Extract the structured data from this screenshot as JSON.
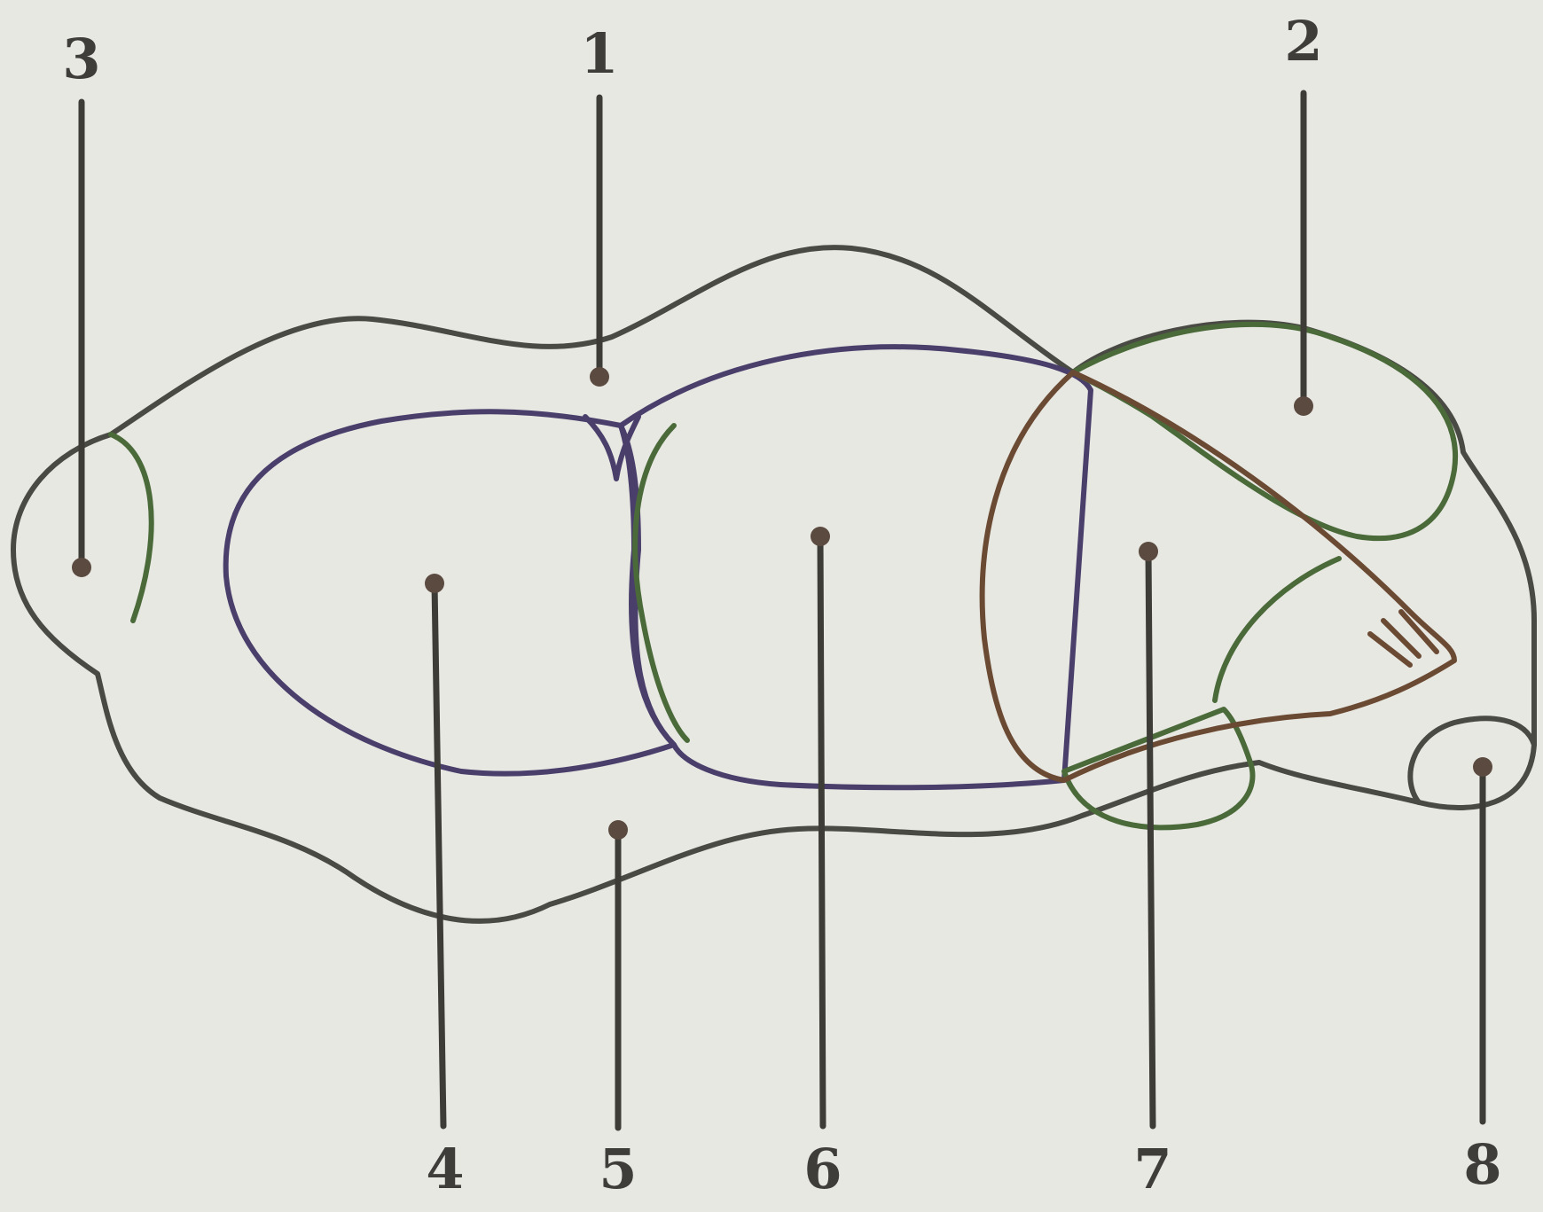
{
  "labels": {
    "l1": "1",
    "l2": "2",
    "l3": "3",
    "l4": "4",
    "l5": "5",
    "l6": "6",
    "l7": "7",
    "l8": "8"
  },
  "colors": {
    "background": "#e8e8e3",
    "shaded_region": "#b4b7b7",
    "dotted_region": "#a9aaa6",
    "outline_green": "#4b6a3a",
    "outline_purple": "#4a3f6b",
    "outline_brown": "#6b4a33"
  }
}
